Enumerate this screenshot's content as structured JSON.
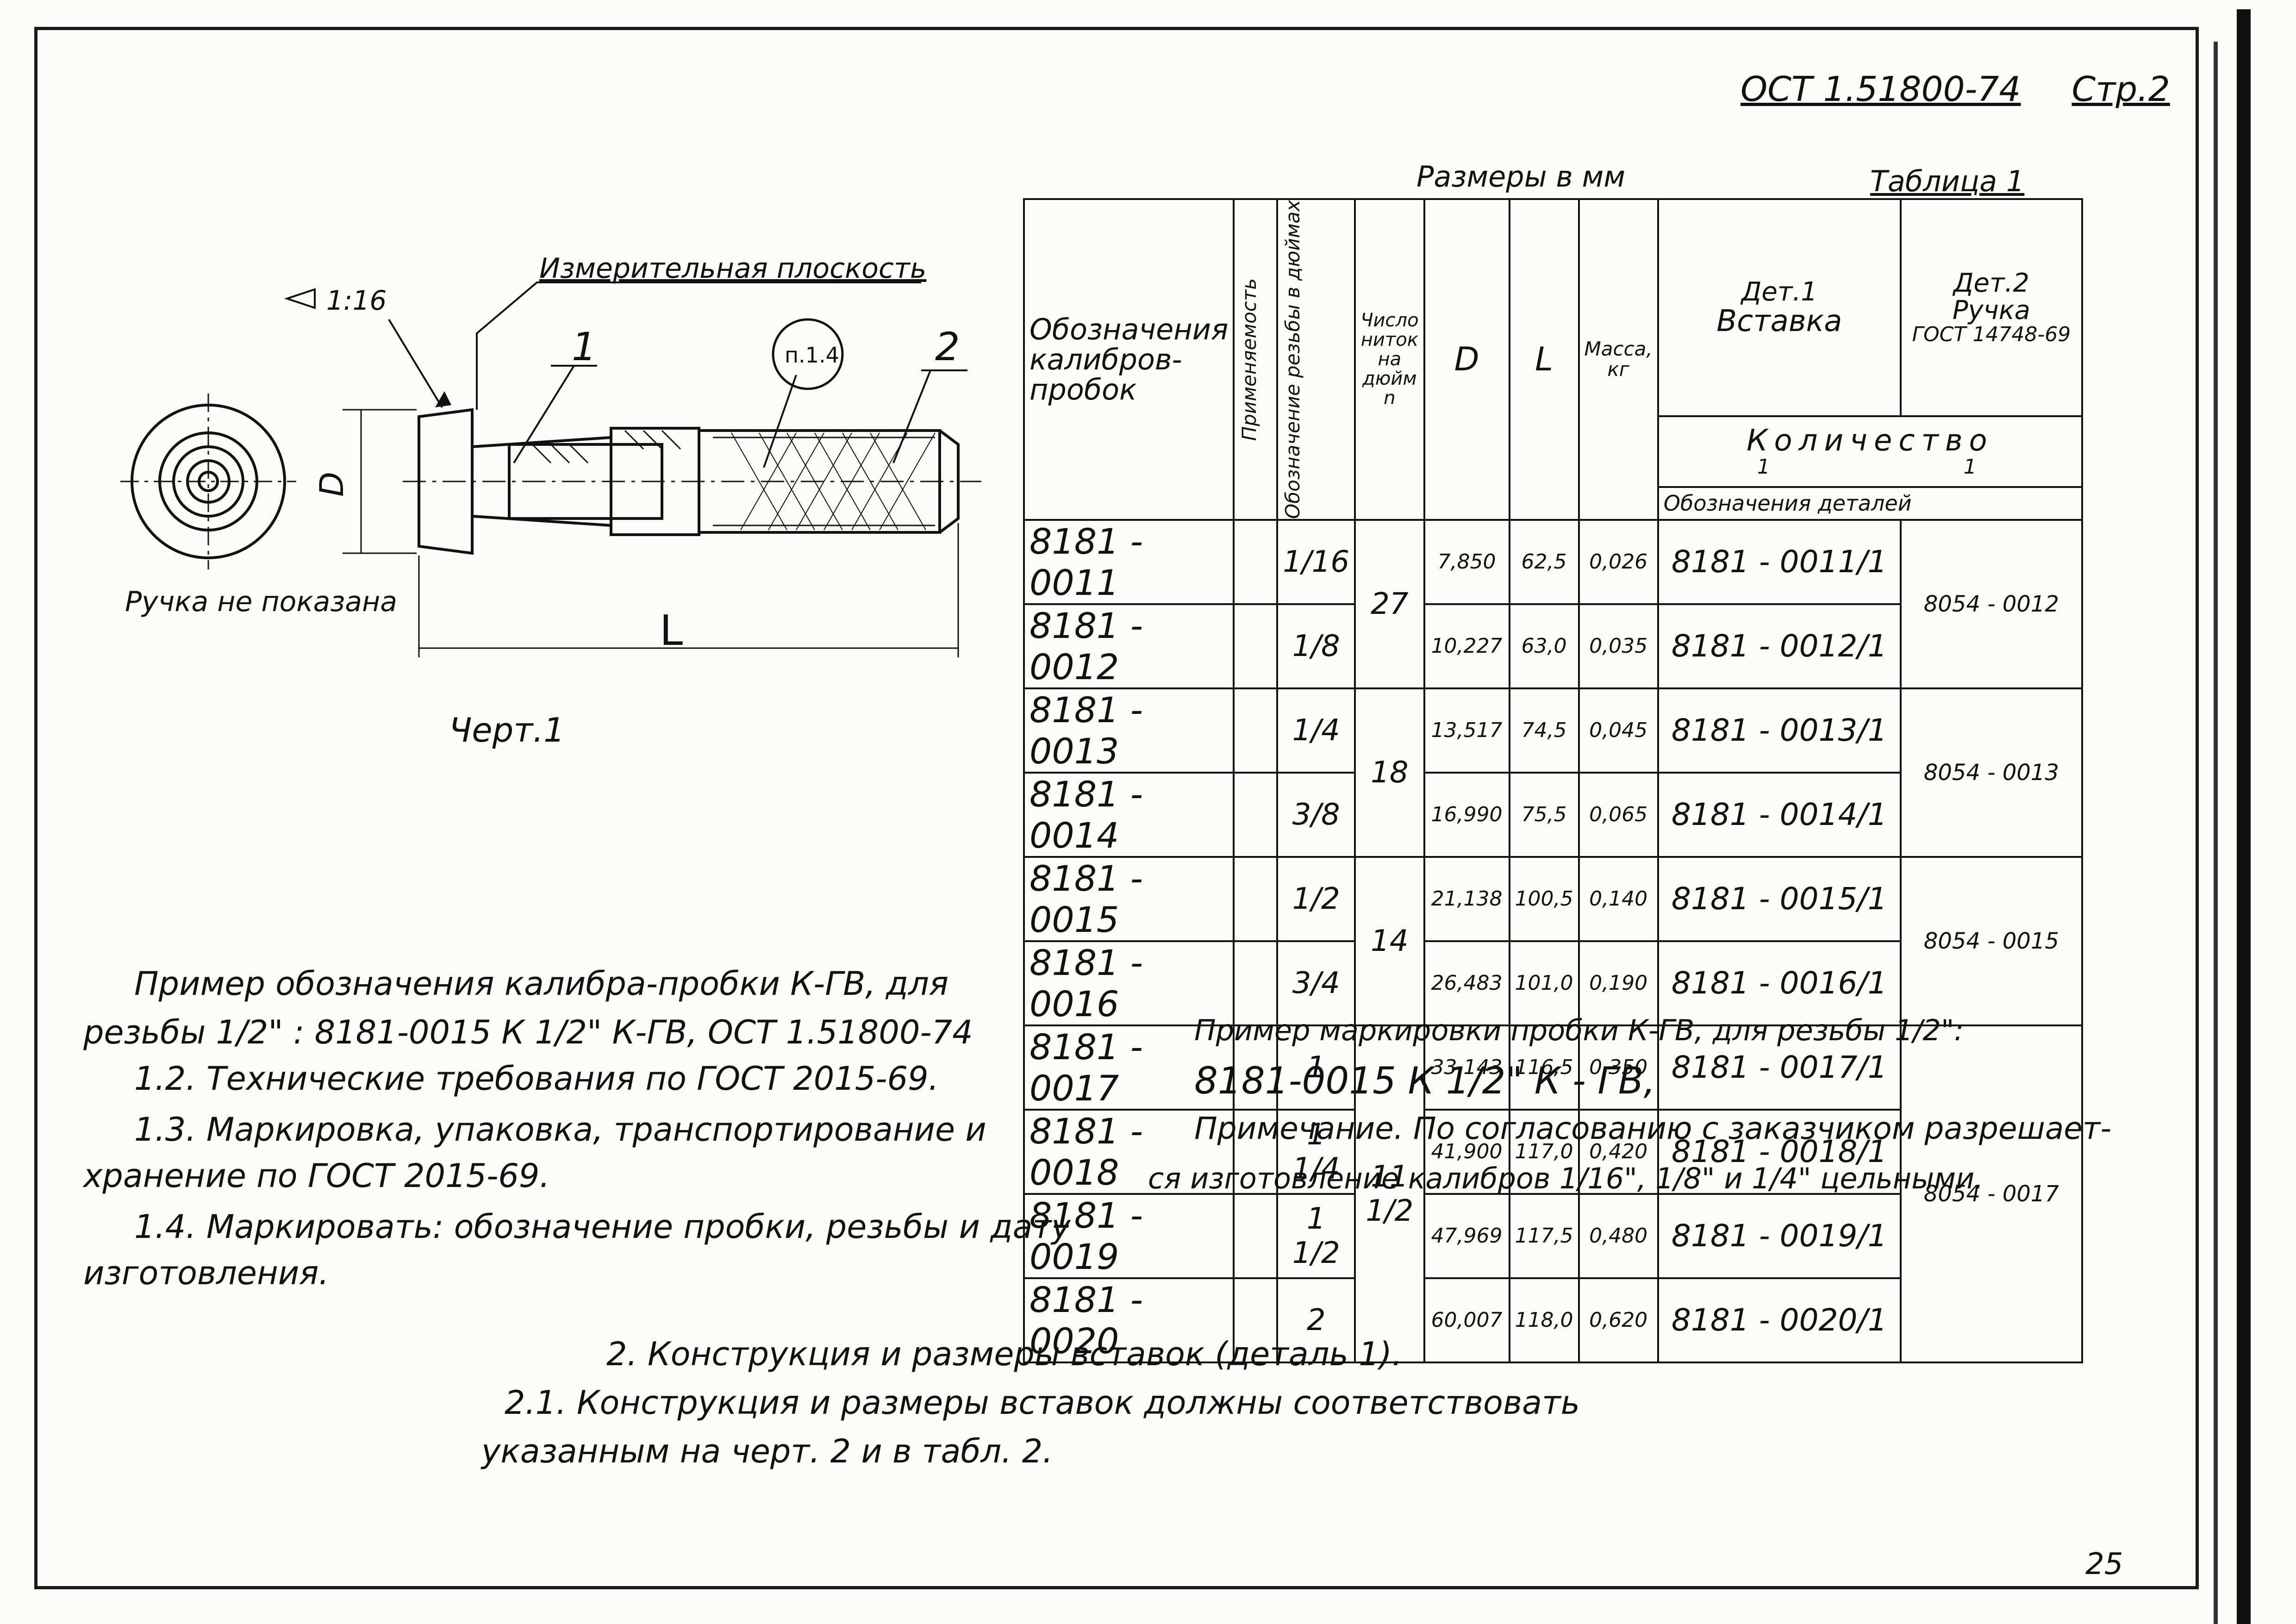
{
  "header": {
    "standard": "ОСТ 1.51800-74",
    "page": "Стр.2"
  },
  "drawing": {
    "taper": "1:16",
    "plane_label": "Измерительная плоскость",
    "callout_1": "1",
    "callout_2": "2",
    "callout_ref": "п.1.4",
    "dim_d": "D",
    "dim_l": "L",
    "handle_note": "Ручка не показана",
    "caption": "Черт.1"
  },
  "table": {
    "units": "Размеры в мм",
    "title": "Таблица 1",
    "headers": {
      "designation": "Обозначения калибров-пробок",
      "applicability": "Применяемость",
      "thread": "Обозначение резьбы в дюймах",
      "threads_per_inch": "Число ниток на дюйм n",
      "d": "D",
      "l": "L",
      "mass": "Масса, кг",
      "det1": "Дет.1",
      "det1_name": "Вставка",
      "det2": "Дет.2",
      "det2_name": "Ручка",
      "det2_std": "ГОСТ 14748-69",
      "quantity": "Количество",
      "qty1": "1",
      "qty2": "1",
      "parts_designation": "Обозначения деталей"
    },
    "rows": [
      {
        "code": "8181 - 0011",
        "thread": "1/16",
        "d": "7,850",
        "l": "62,5",
        "mass": "0,026",
        "insert": "8181 - 0011/1"
      },
      {
        "code": "8181 - 0012",
        "thread": "1/8",
        "d": "10,227",
        "l": "63,0",
        "mass": "0,035",
        "insert": "8181 - 0012/1"
      },
      {
        "code": "8181 - 0013",
        "thread": "1/4",
        "d": "13,517",
        "l": "74,5",
        "mass": "0,045",
        "insert": "8181 - 0013/1"
      },
      {
        "code": "8181 - 0014",
        "thread": "3/8",
        "d": "16,990",
        "l": "75,5",
        "mass": "0,065",
        "insert": "8181 - 0014/1"
      },
      {
        "code": "8181 - 0015",
        "thread": "1/2",
        "d": "21,138",
        "l": "100,5",
        "mass": "0,140",
        "insert": "8181 - 0015/1"
      },
      {
        "code": "8181 - 0016",
        "thread": "3/4",
        "d": "26,483",
        "l": "101,0",
        "mass": "0,190",
        "insert": "8181 - 0016/1"
      },
      {
        "code": "8181 - 0017",
        "thread": "1",
        "d": "33,143",
        "l": "116,5",
        "mass": "0,350",
        "insert": "8181 - 0017/1"
      },
      {
        "code": "8181 - 0018",
        "thread": "1 1/4",
        "d": "41,900",
        "l": "117,0",
        "mass": "0,420",
        "insert": "8181 - 0018/1"
      },
      {
        "code": "8181 - 0019",
        "thread": "1 1/2",
        "d": "47,969",
        "l": "117,5",
        "mass": "0,480",
        "insert": "8181 - 0019/1"
      },
      {
        "code": "8181 - 0020",
        "thread": "2",
        "d": "60,007",
        "l": "118,0",
        "mass": "0,620",
        "insert": "8181 - 0020/1"
      }
    ],
    "tpi_groups": [
      "27",
      "18",
      "14",
      "11 1/2"
    ],
    "handle_groups": [
      "8054 - 0012",
      "8054 - 0013",
      "8054 - 0015",
      "8054 - 0017"
    ]
  },
  "notes_left": [
    "Пример обозначения калибра-пробки К-ГВ, для",
    "резьбы 1/2\" : 8181-0015 К 1/2\"  К-ГВ, ОСТ 1.51800-74",
    "1.2. Технические требования по ГОСТ 2015-69.",
    "1.3. Маркировка, упаковка, транспортирование  и",
    "хранение  по ГОСТ 2015-69.",
    "1.4. Маркировать: обозначение пробки, резьбы и дату",
    "изготовления."
  ],
  "notes_right": [
    "Пример маркировки пробки К-ГВ, для резьбы 1/2\":",
    "8181-0015   К 1/2\"   К - ГВ,",
    "Примечание. По согласованию с заказчиком разрешает-",
    "ся  изготовление калибров 1/16\", 1/8\" и 1/4\" цельными."
  ],
  "section2": [
    "2. Конструкция  и размеры вставок (деталь 1).",
    "2.1. Конструкция  и размеры вставок должны соответствовать",
    "указанным  на  черт. 2  и  в  табл. 2."
  ],
  "page_number": "25"
}
